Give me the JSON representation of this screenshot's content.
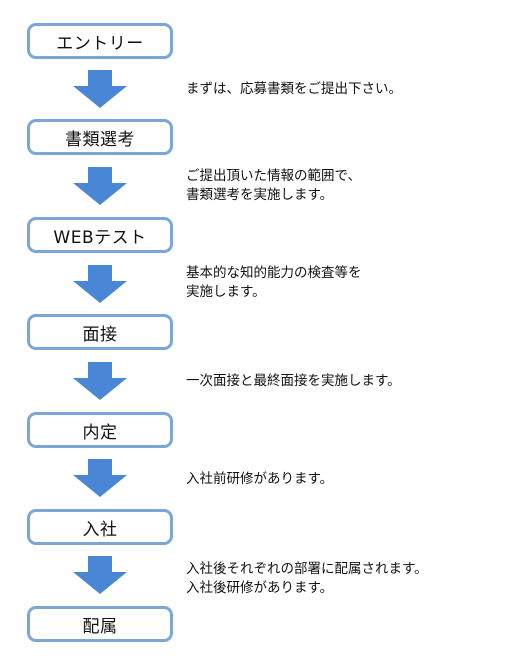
{
  "flow": {
    "steps": [
      "エントリー",
      "書類選考",
      "WEBテスト",
      "面接",
      "内定",
      "入社",
      "配属"
    ],
    "notes": [
      [
        "まずは、応募書類をご提出下さい。"
      ],
      [
        "ご提出頂いた情報の範囲で、",
        "書類選考を実施します。"
      ],
      [
        "基本的な知的能力の検査等を",
        "実施します。"
      ],
      [
        "一次面接と最終面接を実施します。"
      ],
      [
        "入社前研修があります。"
      ],
      [
        "入社後それぞれの部署に配属されます。",
        "入社後研修があります。"
      ]
    ]
  },
  "colors": {
    "box_border": "#7aa6d8",
    "arrow_fill": "#4a86d6"
  }
}
